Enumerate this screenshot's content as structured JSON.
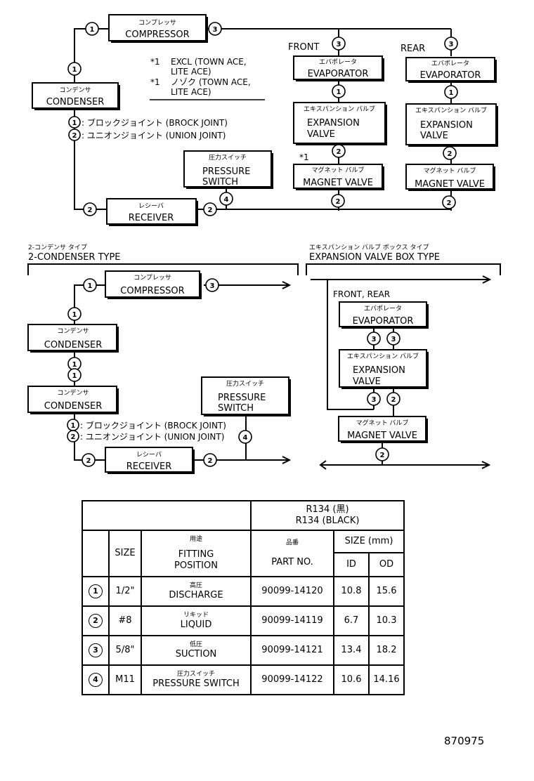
{
  "top_diagram": {
    "compressor": {
      "jp": "コンプレッサ",
      "en": "COMPRESSOR"
    },
    "condenser": {
      "jp": "コンデンサ",
      "en": "CONDENSER"
    },
    "receiver": {
      "jp": "レシーバ",
      "en": "RECEIVER"
    },
    "pressure_switch": {
      "jp": "圧力スイッチ",
      "en1": "PRESSURE",
      "en2": "SWITCH"
    },
    "front_label": "FRONT",
    "rear_label": "REAR",
    "evaporator": {
      "jp": "エバポレータ",
      "en": "EVAPORATOR"
    },
    "expansion_valve": {
      "jp": "エキスパンション バルブ",
      "en1": "EXPANSION",
      "en2": "VALVE"
    },
    "magnet_valve": {
      "jp": "マグネット バルブ",
      "en": "MAGNET VALVE"
    },
    "magnet_mark": "*1",
    "notes": [
      {
        "mark": "*1",
        "l1": "EXCL (TOWN ACE,",
        "l2": "LITE ACE)"
      },
      {
        "mark": "*1",
        "l1": "ノゾク (TOWN ACE,",
        "l2": "LITE ACE)"
      }
    ],
    "joint_legend": [
      {
        "num": "1",
        "text": ": ブロックジョイント (BROCK JOINT)"
      },
      {
        "num": "2",
        "text": ": ユニオンジョイント (UNION JOINT)"
      }
    ]
  },
  "two_condenser": {
    "title_jp": "2-コンデンサ タイプ",
    "title_en": "2-CONDENSER TYPE",
    "compressor": {
      "jp": "コンプレッサ",
      "en": "COMPRESSOR"
    },
    "condenser_1": {
      "jp": "コンデンサ",
      "en": "CONDENSER"
    },
    "condenser_2": {
      "jp": "コンデンサ",
      "en": "CONDENSER"
    },
    "pressure_switch": {
      "jp": "圧力スイッチ",
      "en1": "PRESSURE",
      "en2": "SWITCH"
    },
    "receiver": {
      "jp": "レシーバ",
      "en": "RECEIVER"
    },
    "joint_legend": [
      {
        "num": "1",
        "text": ": ブロックジョイント (BROCK JOINT)"
      },
      {
        "num": "2",
        "text": ": ユニオンジョイント (UNION JOINT)"
      }
    ]
  },
  "valve_box": {
    "title_jp": "エキスパンション バルブ ボックス タイプ",
    "title_en": "EXPANSION VALVE BOX TYPE",
    "front_rear": "FRONT, REAR",
    "evaporator": {
      "jp": "エバポレータ",
      "en": "EVAPORATOR"
    },
    "expansion_valve": {
      "jp": "エキスパンション バルブ",
      "en1": "EXPANSION",
      "en2": "VALVE"
    },
    "magnet_valve": {
      "jp": "マグネット バルブ",
      "en": "MAGNET VALVE"
    }
  },
  "table": {
    "refrigerant_jp": "R134 (黒)",
    "refrigerant_en": "R134 (BLACK)",
    "headers": {
      "size": "SIZE",
      "fitting_jp": "用途",
      "fitting_en1": "FITTING",
      "fitting_en2": "POSITION",
      "part_jp": "品番",
      "part_en": "PART NO.",
      "size_mm": "SIZE (mm)",
      "id": "ID",
      "od": "OD"
    },
    "rows": [
      {
        "num": "1",
        "size": "1/2\"",
        "pos_jp": "高圧",
        "pos_en": "DISCHARGE",
        "part": "90099-14120",
        "id": "10.8",
        "od": "15.6"
      },
      {
        "num": "2",
        "size": "#8",
        "pos_jp": "リキッド",
        "pos_en": "LIQUID",
        "part": "90099-14119",
        "id": "6.7",
        "od": "10.3"
      },
      {
        "num": "3",
        "size": "5/8\"",
        "pos_jp": "低圧",
        "pos_en": "SUCTION",
        "part": "90099-14121",
        "id": "13.4",
        "od": "18.2"
      },
      {
        "num": "4",
        "size": "M11",
        "pos_jp": "圧力スイッチ",
        "pos_en": "PRESSURE SWITCH",
        "part": "90099-14122",
        "id": "10.6",
        "od": "14.16"
      }
    ]
  },
  "diagram_number": "870975"
}
